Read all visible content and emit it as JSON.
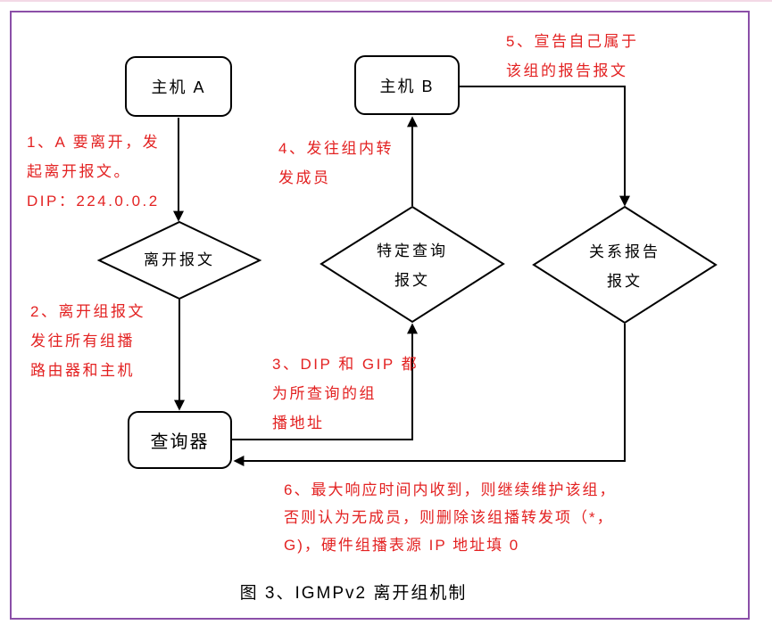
{
  "frame": {
    "border_color": "#8b4fa8"
  },
  "colors": {
    "annotation_red": "#e32222",
    "stroke_black": "#000000",
    "node_fill": "#ffffff"
  },
  "nodes": {
    "host_a": "主机 A",
    "host_b": "主机 B",
    "querier": "查询器",
    "leave_message": "离开报文",
    "specific_query_line1": "特定查询",
    "specific_query_line2": "报文",
    "relation_report_line1": "关系报告",
    "relation_report_line2": "报文"
  },
  "annotations": {
    "note1": {
      "lines": [
        "1、A 要离开，发",
        "起离开报文。",
        "DIP：224.0.0.2"
      ]
    },
    "note2": {
      "lines": [
        "2、离开组报文",
        "发往所有组播",
        "路由器和主机"
      ]
    },
    "note3": {
      "lines": [
        "3、DIP 和 GIP 都",
        "为所查询的组",
        "播地址"
      ]
    },
    "note4": {
      "lines": [
        "4、发往组内转",
        "发成员"
      ]
    },
    "note5": {
      "lines": [
        "5、宣告自己属于",
        "该组的报告报文"
      ]
    },
    "note6": {
      "lines": [
        "6、最大响应时间内收到，则继续维护该组，",
        "否则认为无成员，则删除该组播转发项（*，",
        "G)，硬件组播表源 IP 地址填 0"
      ]
    }
  },
  "caption": "图 3、IGMPv2 离开组机制"
}
